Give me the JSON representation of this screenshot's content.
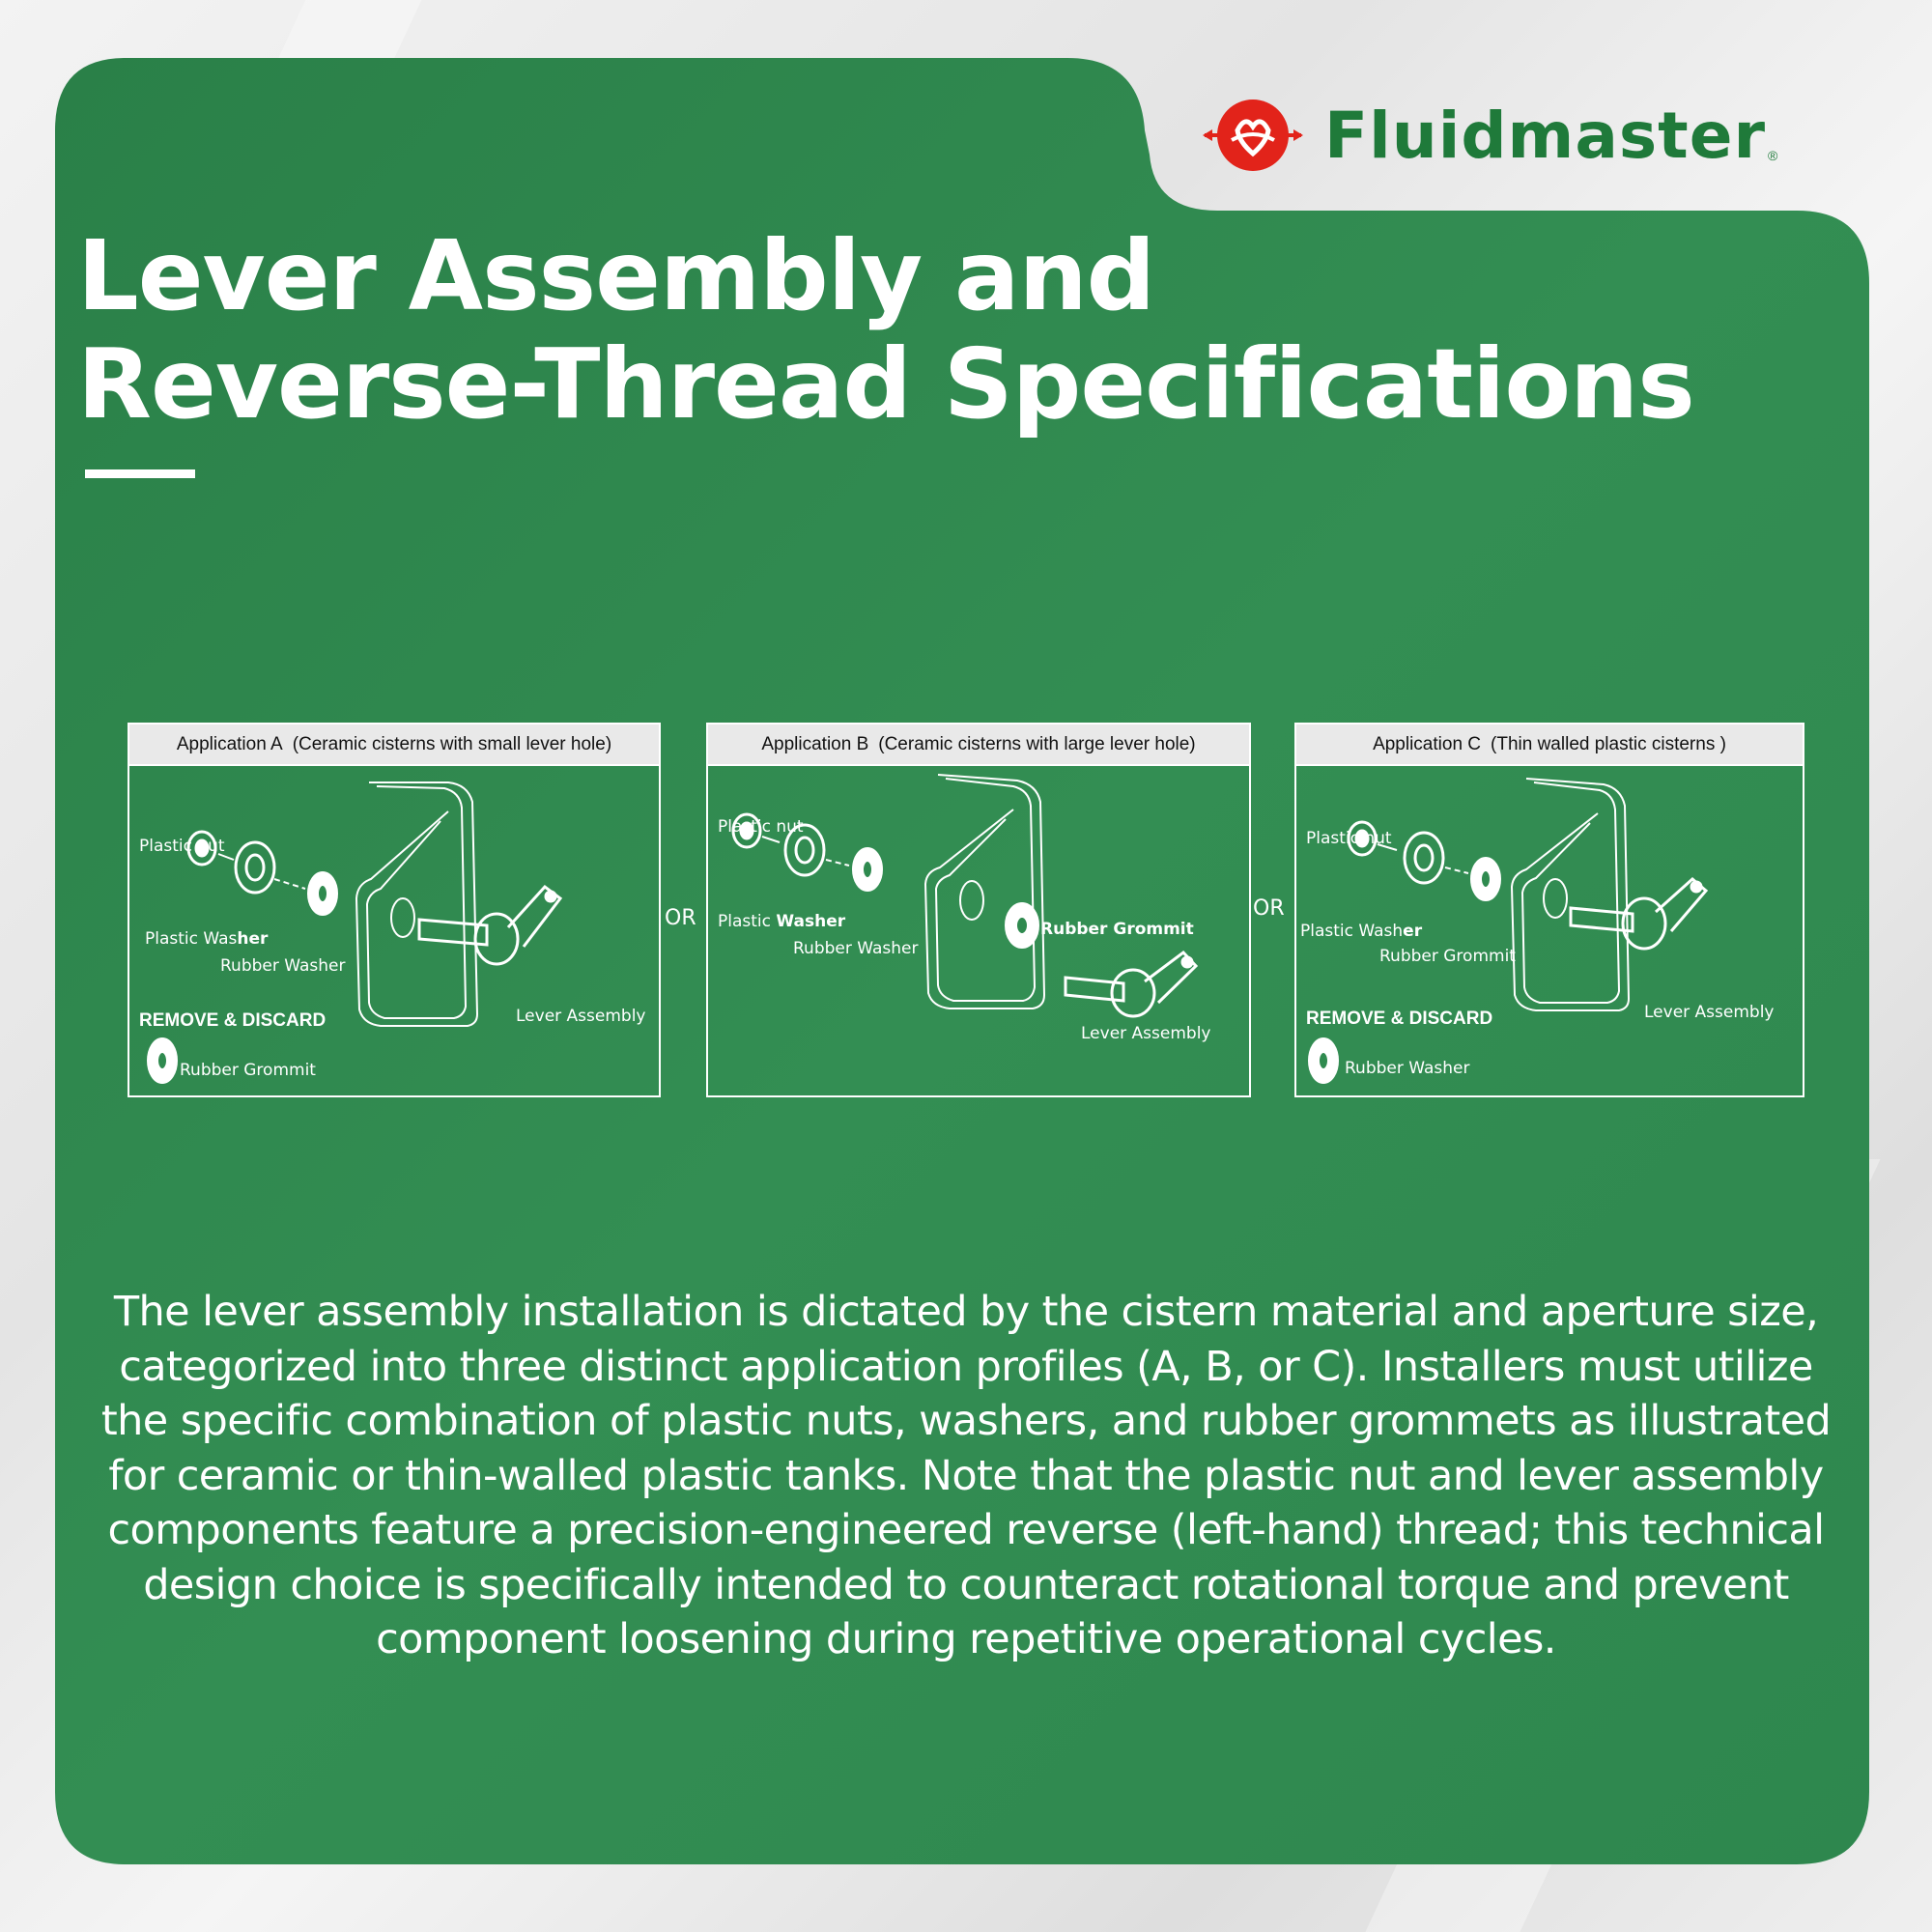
{
  "brand": {
    "name": "Fluidmaster",
    "registered_mark": "®",
    "green": "#1f7a3a",
    "red": "#e2231a"
  },
  "colors": {
    "card_green": "#2f8a4f",
    "text": "#ffffff"
  },
  "title": {
    "line1": "Lever Assembly and",
    "line2": "Reverse-Thread Specifications"
  },
  "separator": "OR",
  "applications": [
    {
      "label": "Application A",
      "description": "(Ceramic cisterns with small lever hole)",
      "parts": {
        "plastic_nut": "Plastic nut",
        "plastic_washer_a": "Plastic Was",
        "plastic_washer_b": "her",
        "rubber_washer": "Rubber Washer",
        "lever_assembly": "Lever Assembly"
      },
      "remove_heading": "REMOVE & DISCARD",
      "remove_part": "Rubber Grommit"
    },
    {
      "label": "Application B",
      "description": "(Ceramic cisterns with large lever hole)",
      "parts": {
        "plastic_nut": "Plastic nut",
        "plastic_washer_a": "Plastic ",
        "plastic_washer_b": "Washer",
        "rubber_washer": "Rubber Washer",
        "rubber_grommit": "Rubber Grommit",
        "lever_assembly": "Lever Assembly"
      }
    },
    {
      "label": "Application C",
      "description": "(Thin walled plastic cisterns )",
      "parts": {
        "plastic_nut": "Plastic nut",
        "plastic_washer_a": "Plastic Wash",
        "plastic_washer_b": "er",
        "rubber_grommit": "Rubber Grommit",
        "lever_assembly": "Lever Assembly"
      },
      "remove_heading": "REMOVE & DISCARD",
      "remove_part": "Rubber Washer"
    }
  ],
  "description": "The lever assembly installation is dictated by the cistern material and aperture size, categorized into three distinct application profiles (A, B, or C). Installers must utilize the specific combination of plastic nuts, washers, and rubber grommets as illustrated for ceramic or thin-walled plastic tanks. Note that the plastic nut and lever assembly components feature a precision-engineered reverse (left-hand) thread; this technical design choice is specifically intended to counteract rotational torque and prevent component loosening during repetitive operational cycles."
}
